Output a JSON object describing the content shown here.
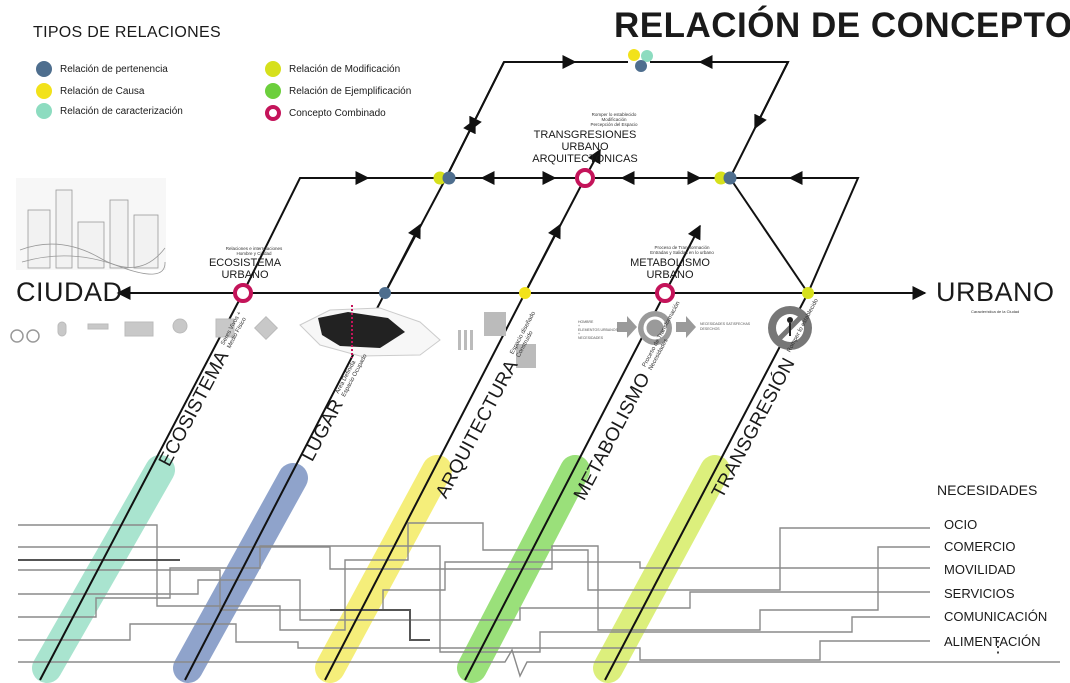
{
  "title": "RELACIÓN DE CONCEPTOS",
  "legend": {
    "title": "TIPOS DE RELACIONES",
    "items": [
      {
        "label": "Relación de pertenencia",
        "color": "#4e6e8e"
      },
      {
        "label": "Relación de Causa",
        "color": "#f2e21a"
      },
      {
        "label": "Relación de caracterización",
        "color": "#8ddcc0"
      },
      {
        "label": "Relación de Modificación",
        "color": "#d6e01c"
      },
      {
        "label": "Relación de  Ejemplificación",
        "color": "#6ccf3c"
      },
      {
        "label": "Concepto Combinado",
        "color": "#c4145a"
      }
    ]
  },
  "axis": {
    "left_label": "CIUDAD",
    "right_label": "URBANO",
    "right_note": "Característica de la Ciudad"
  },
  "nodes": {
    "ecosistema_urbano": {
      "label": "ECOSISTEMA\nURBANO",
      "note": "Relaciones e interrelaciones\nHombre y Ciudad"
    },
    "metabolismo_urbano": {
      "label": "METABOLISMO\nURBANO",
      "note": "Proceso de Transformación\nEntradas y Salidas en lo urbano"
    },
    "transgresiones": {
      "label": "TRANSGRESIONES\nURBANO\nARQUITECTONICAS",
      "note": "Romper lo establecido\nModificación\nPercepción del Espacio"
    }
  },
  "categories": [
    {
      "name": "ECOSISTEMA",
      "desc": "Seres Vivos +\nMedio Físico",
      "color": "#a9e4cf"
    },
    {
      "name": "LUGAR",
      "desc": "Área Definida\nEspacio Ocupado",
      "color": "#8fa3cb"
    },
    {
      "name": "ARQUITECTURA",
      "desc": "Espacio diseñado\nConstruido",
      "color": "#f5ee7a"
    },
    {
      "name": "METABOLISMO",
      "desc": "Proceso de Transformación\nNecesidades",
      "color": "#9ae07a"
    },
    {
      "name": "TRANSGRESIÓN",
      "desc": "Romper lo establecido",
      "color": "#dcef7c"
    }
  ],
  "metabolism_note": {
    "left": "HOMBRE\n+\nELEMENTOS URBANOS\n+\nNECESIDADES",
    "right": "NECESIDADES SATISFECHAS\nDESECHOS"
  },
  "needs": {
    "title": "NECESIDADES",
    "items": [
      "OCIO",
      "COMERCIO",
      "MOVILIDAD",
      "SERVICIOS",
      "COMUNICACIÓN",
      "ALIMENTACIÓN"
    ],
    "more": "⋮"
  }
}
